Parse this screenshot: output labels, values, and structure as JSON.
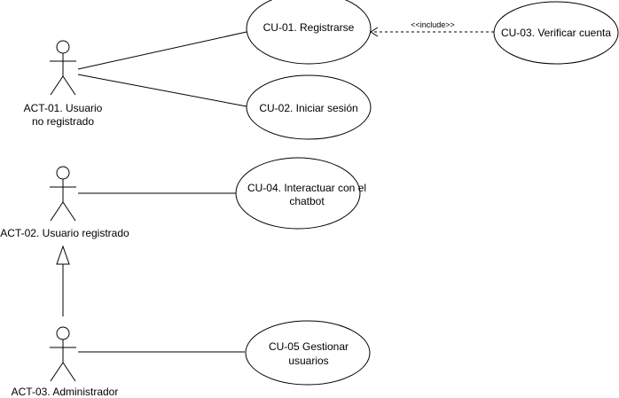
{
  "actors": {
    "act01": {
      "line1": "ACT-01. Usuario",
      "line2": "no registrado"
    },
    "act02": {
      "line1": "ACT-02. Usuario registrado"
    },
    "act03": {
      "line1": "ACT-03. Administrador"
    }
  },
  "use_cases": {
    "cu01": {
      "line1": "CU-01. Registrarse"
    },
    "cu02": {
      "line1": "CU-02. Iniciar sesión"
    },
    "cu03": {
      "line1": "CU-03. Verificar cuenta"
    },
    "cu04": {
      "line1": "CU-04. Interactuar con el",
      "line2": "chatbot"
    },
    "cu05": {
      "line1": "CU-05 Gestionar",
      "line2": "usuarios"
    }
  },
  "relations": {
    "include_label": "<<include>>"
  }
}
